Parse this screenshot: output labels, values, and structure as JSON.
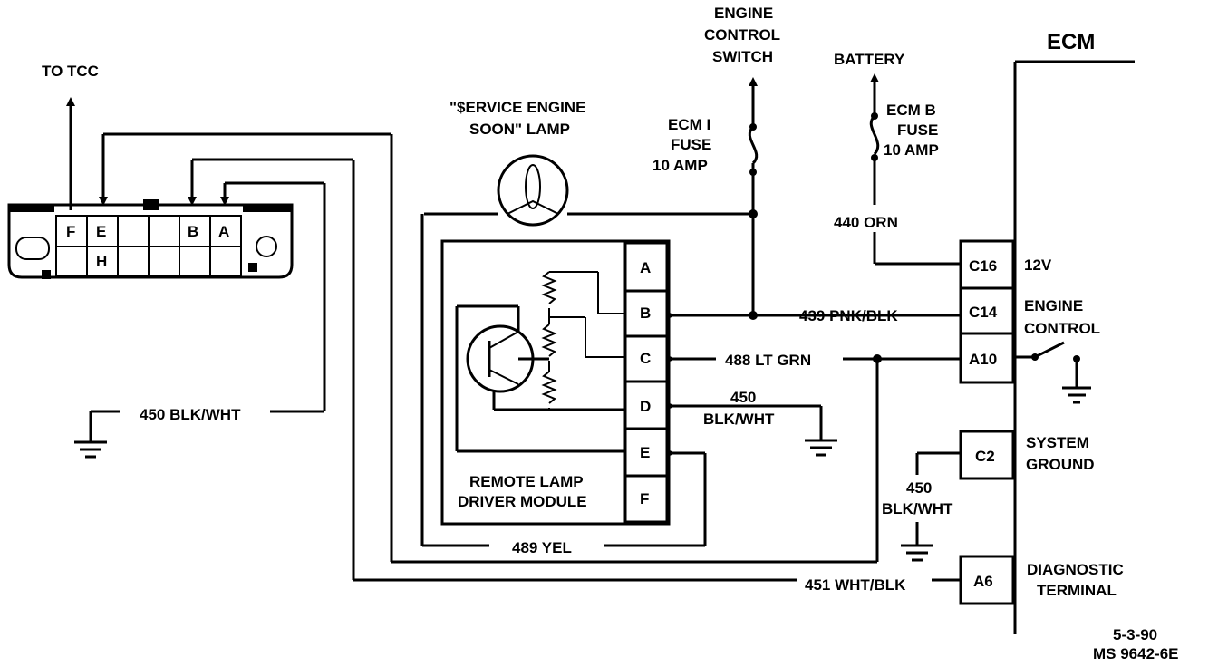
{
  "ecm": {
    "title": "ECM",
    "pins": {
      "c16": "C16",
      "c14": "C14",
      "a10": "A10",
      "c2": "C2",
      "a6": "A6"
    },
    "labels": {
      "v12": "12V",
      "engine_control": [
        "ENGINE",
        "CONTROL"
      ],
      "system_ground": [
        "SYSTEM",
        "GROUND"
      ],
      "diagnostic_terminal": [
        "DIAGNOSTIC",
        "TERMINAL"
      ]
    }
  },
  "sources": {
    "engine_control_switch": [
      "ENGINE",
      "CONTROL",
      "SWITCH"
    ],
    "battery": "BATTERY",
    "to_tcc": "TO TCC"
  },
  "fuses": {
    "ecm_i": [
      "ECM I",
      "FUSE",
      "10  AMP"
    ],
    "ecm_b": [
      "ECM B",
      "FUSE",
      "10 AMP"
    ]
  },
  "lamp": {
    "label": [
      "\"$ERVICE ENGINE",
      "SOON\" LAMP"
    ]
  },
  "module": {
    "label": [
      "REMOTE LAMP",
      "DRIVER MODULE"
    ],
    "pins": [
      "A",
      "B",
      "C",
      "D",
      "E",
      "F"
    ]
  },
  "connector": {
    "top_pins": [
      "F",
      "E",
      "",
      "",
      "B",
      "A"
    ],
    "bottom_pins": [
      "",
      "H",
      "",
      "",
      "",
      ""
    ]
  },
  "wires": {
    "w440": "440 ORN",
    "w439": "439 PNK/BLK",
    "w488": "488 LT GRN",
    "w450_module": [
      "450",
      "BLK/WHT"
    ],
    "w450_left": "450 BLK/WHT",
    "w450_ecm": [
      "450",
      "BLK/WHT"
    ],
    "w489": "489 YEL",
    "w451": "451 WHT/BLK"
  },
  "footer": {
    "date": "5-3-90",
    "code": "MS 9642-6E"
  }
}
